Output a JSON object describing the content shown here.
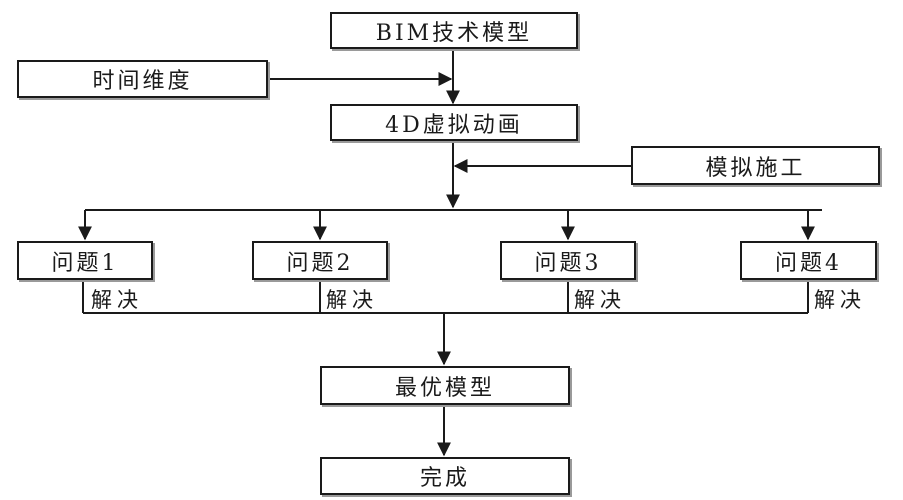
{
  "nodes": {
    "bim": "BIM技术模型",
    "time": "时间维度",
    "anim4d": "4D虚拟动画",
    "sim": "模拟施工",
    "p1": "问题1",
    "p2": "问题2",
    "p3": "问题3",
    "p4": "问题4",
    "best": "最优模型",
    "done": "完成"
  },
  "edge_labels": {
    "s1": "解决",
    "s2": "解决",
    "s3": "解决",
    "s4": "解决"
  },
  "colors": {
    "line": "#1a1a1a",
    "shadow": "#9a9a9a"
  }
}
